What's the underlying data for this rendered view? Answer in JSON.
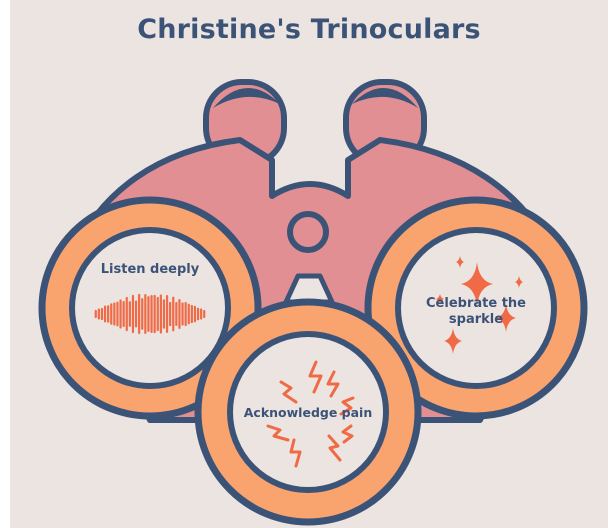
{
  "title": "Christine's Trinoculars",
  "lenses": {
    "left": {
      "label": "Listen deeply",
      "icon": "sound-wave-icon"
    },
    "right": {
      "label_line1": "Celebrate the",
      "label_line2": "sparkle",
      "icon": "sparkle-icon"
    },
    "bottom": {
      "label": "Acknowledge pain",
      "icon": "lightning-bolt-icon"
    }
  },
  "colors": {
    "background": "#ebe4e0",
    "outline": "#3c5378",
    "body_pink": "#e28f93",
    "lens_orange": "#f9a46f",
    "accent_coral": "#f06a46",
    "lens_center": "#ebe4e0"
  }
}
